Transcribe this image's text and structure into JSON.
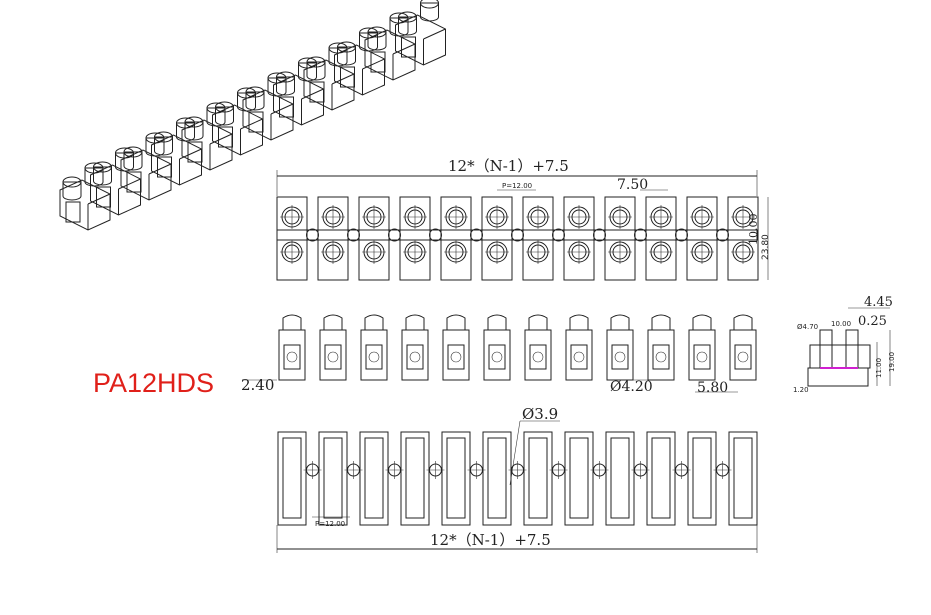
{
  "model": {
    "name": "PA12HDS",
    "color": "#e0201a",
    "poles": 12
  },
  "top_view": {
    "overall_dim": "12*（N-1）+7.5",
    "pitch_label": "P=12.00",
    "gap_dim": "7.50",
    "hole_spacing": "10.00",
    "height_dim": "23.80"
  },
  "side_view": {
    "left_dim": "2.40",
    "hole_dia": "Ø4.20",
    "width_dim": "5.80"
  },
  "bottom_view": {
    "hole_dia": "Ø3.9",
    "pitch_label": "P=12.00",
    "overall_dim": "12*（N-1）+7.5"
  },
  "section_view": {
    "dim_a": "4.45",
    "dim_b": "0.25",
    "dia": "Ø4.70",
    "spacing": "10.00",
    "height_inner": "11.00",
    "height_total": "19.00",
    "base": "1.20"
  }
}
